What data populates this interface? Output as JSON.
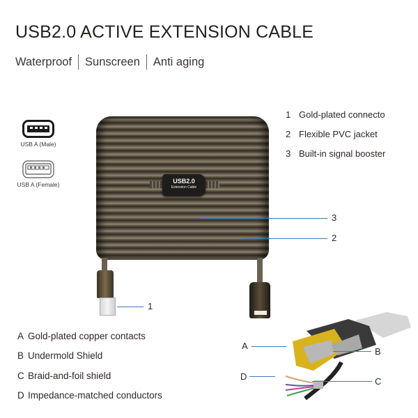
{
  "header": {
    "title": "USB2.0 ACTIVE EXTENSION CABLE",
    "features": [
      "Waterproof",
      "Sunscreen",
      "Anti aging"
    ]
  },
  "ports": [
    {
      "label": "USB A (Male)",
      "icon": "usb-a-male-icon"
    },
    {
      "label": "USB A (Female)",
      "icon": "usb-a-female-icon"
    }
  ],
  "product": {
    "booster_label": "USB2.0",
    "booster_sublabel": "Extension Cable"
  },
  "components": [
    {
      "num": "1",
      "label": "Gold-plated connecto"
    },
    {
      "num": "2",
      "label": "Flexible PVC jacket"
    },
    {
      "num": "3",
      "label": "Built-in signal booster"
    }
  ],
  "construction": [
    {
      "letter": "A",
      "label": "Gold-plated copper contacts"
    },
    {
      "letter": "B",
      "label": "Undermold Shield"
    },
    {
      "letter": "C",
      "label": "Braid-and-foil shield"
    },
    {
      "letter": "D",
      "label": "Impedance-matched conductors"
    }
  ],
  "callouts": {
    "c1": "1",
    "c2": "2",
    "c3": "3",
    "a": "A",
    "b": "B",
    "c": "C",
    "d": "D"
  },
  "colors": {
    "callout_line": "#3f78b5",
    "text": "#2a2522",
    "cable": "#6f6555",
    "gold": "#d9b21f"
  }
}
